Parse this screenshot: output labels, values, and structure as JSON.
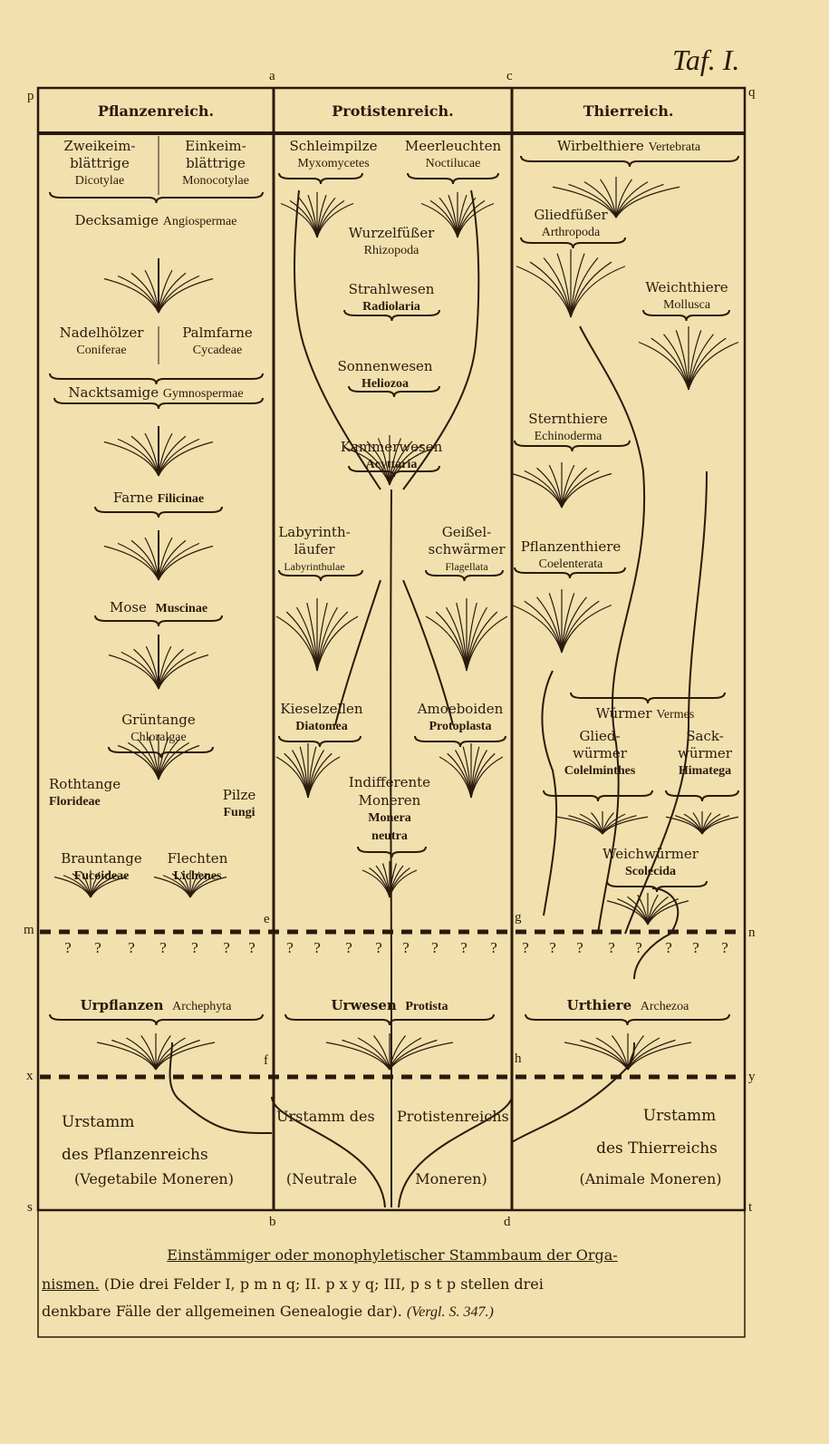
{
  "plate_label": "Taf. I.",
  "corner_letters": {
    "p": "p",
    "q": "q",
    "m": "m",
    "n": "n",
    "x": "x",
    "y": "y",
    "s": "s",
    "t": "t",
    "a": "a",
    "c": "c",
    "b": "b",
    "d": "d",
    "e": "e",
    "f": "f",
    "g": "g",
    "h": "h"
  },
  "headers": {
    "plants": "Pflanzenreich.",
    "protists": "Protistenreich.",
    "animals": "Thierreich."
  },
  "plants": {
    "dicot": [
      "Zweikeim-",
      "blättrige",
      "Dicotylae"
    ],
    "monocot": [
      "Einkeim-",
      "blättrige",
      "Monocotylae"
    ],
    "angiosperms": [
      "Decksamige",
      "Angiospermae"
    ],
    "conifers": [
      "Nadelhölzer",
      "Coniferae"
    ],
    "cycads": [
      "Palmfarne",
      "Cycadeae"
    ],
    "gymnosperms": [
      "Nacktsamige",
      "Gymnospermae"
    ],
    "ferns": [
      "Farne",
      "Filicinae"
    ],
    "mosses": [
      "Mose",
      "Muscinae"
    ],
    "green_algae": [
      "Grüntange",
      "Chloralgae"
    ],
    "red_algae": [
      "Rothtange",
      "Florideae"
    ],
    "fungi": [
      "Pilze",
      "Fungi"
    ],
    "brown_algae": [
      "Brauntange",
      "Fucoideae"
    ],
    "lichens": [
      "Flechten",
      "Lichenes"
    ],
    "root": [
      "Urpflanzen",
      "Archephyta"
    ],
    "stem": [
      "Urstamm",
      "des Pflanzenreichs",
      "(Vegetabile Moneren)"
    ]
  },
  "protists": {
    "myxo": [
      "Schleimpilze",
      "Myxomycetes"
    ],
    "nocti": [
      "Meerleuchten",
      "Noctilucae"
    ],
    "rhizo": [
      "Wurzelfüßer",
      "Rhizopoda"
    ],
    "radio": [
      "Strahlwesen",
      "Radiolaria"
    ],
    "helio": [
      "Sonnenwesen",
      "Heliozoa"
    ],
    "acytt": [
      "Kammerwesen",
      "Acyttaria"
    ],
    "labyr": [
      "Labyrinth-",
      "läufer",
      "Labyrinthulae"
    ],
    "flag": [
      "Geißel-",
      "schwärmer",
      "Flagellata"
    ],
    "diat": [
      "Kieselzellen",
      "Diatomea"
    ],
    "proto": [
      "Amoeboiden",
      "Protoplasta"
    ],
    "monera": [
      "Indifferente",
      "Moneren",
      "Monera",
      "neutra"
    ],
    "root": [
      "Urwesen",
      "Protista"
    ],
    "stem": [
      "Urstamm des",
      "Protistenreichs",
      "(Neutrale",
      "Moneren)"
    ]
  },
  "animals": {
    "vert": [
      "Wirbelthiere",
      "Vertebrata"
    ],
    "arth": [
      "Gliedfüßer",
      "Arthropoda"
    ],
    "moll": [
      "Weichthiere",
      "Mollusca"
    ],
    "echi": [
      "Sternthiere",
      "Echinoderma"
    ],
    "coel": [
      "Pflanzenthiere",
      "Coelenterata"
    ],
    "vermes": [
      "Würmer",
      "Vermes"
    ],
    "colel": [
      "Glied-",
      "würmer",
      "Colelminthes"
    ],
    "himat": [
      "Sack-",
      "würmer",
      "Himatega"
    ],
    "scol": [
      "Weichwürmer",
      "Scolecida"
    ],
    "root": [
      "Urthiere",
      "Archezoa"
    ],
    "stem": [
      "Urstamm",
      "des Thierreichs",
      "(Animale Moneren)"
    ]
  },
  "unknown_mark": "?",
  "caption": {
    "title_a": "Einstämmiger oder monophyletischer Stammbaum der Orga-",
    "title_b": "nismen.",
    "line2_rest": "(Die drei Felder I, p m n q; II. p x y q; III, p s t p stellen drei",
    "line3": "denkbare Fälle der allgemeinen Genealogie dar).",
    "ref": "(Vergl. S. 347.)"
  },
  "colors": {
    "paper": "#f2e0ae",
    "ink": "#2a1a0c"
  }
}
